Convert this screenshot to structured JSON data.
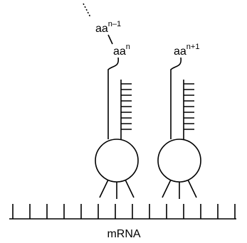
{
  "labels": {
    "aa_prev": {
      "base": "aa",
      "sup": "n–1"
    },
    "aa_curr": {
      "base": "aa",
      "sup": "n"
    },
    "aa_next": {
      "base": "aa",
      "sup": "n+1"
    },
    "mrna": "mRNA"
  },
  "colors": {
    "stroke": "#000000",
    "background": "#ffffff"
  }
}
